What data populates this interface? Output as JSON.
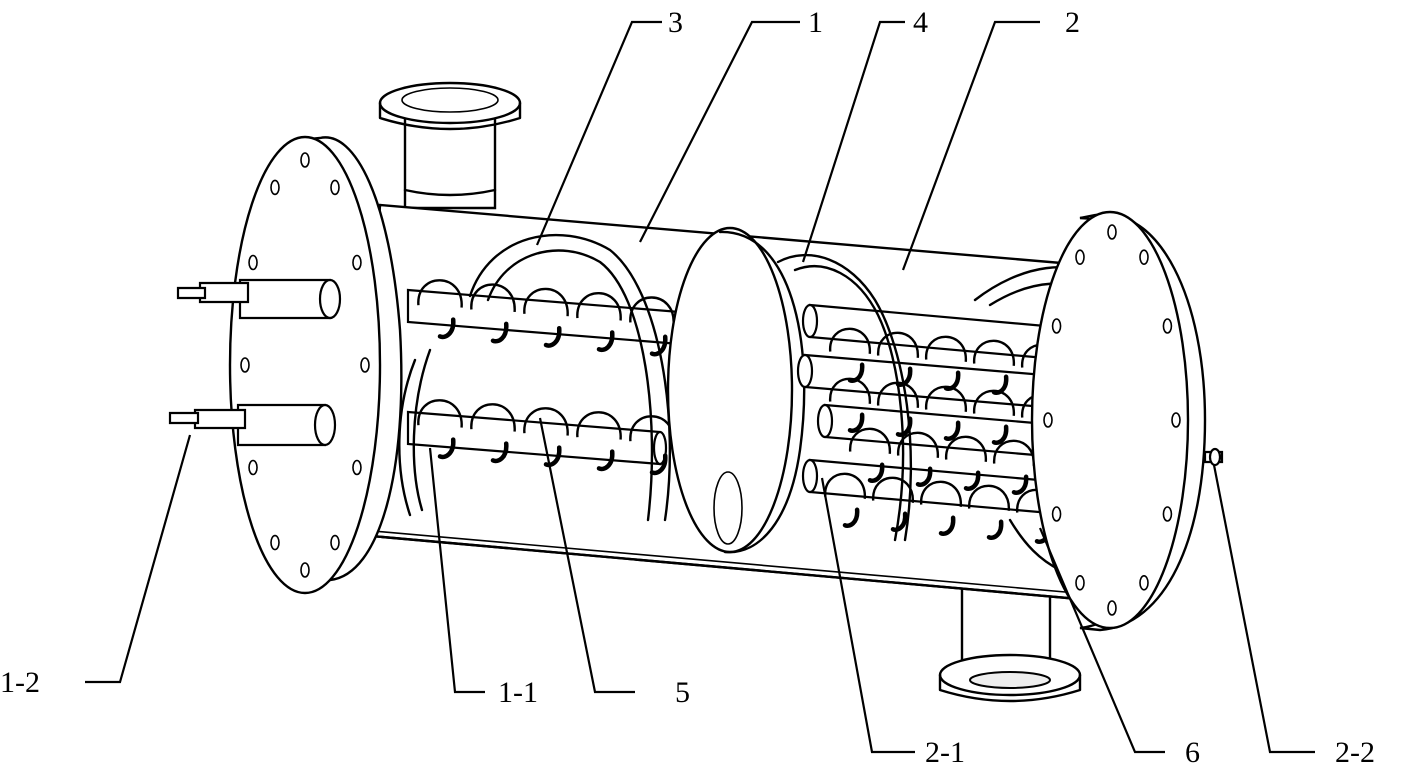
{
  "labels": {
    "l3": "3",
    "l1": "1",
    "l4": "4",
    "l2": "2",
    "l1_2": "1-2",
    "l1_1": "1-1",
    "l5": "5",
    "l2_1": "2-1",
    "l6": "6",
    "l2_2": "2-2"
  }
}
